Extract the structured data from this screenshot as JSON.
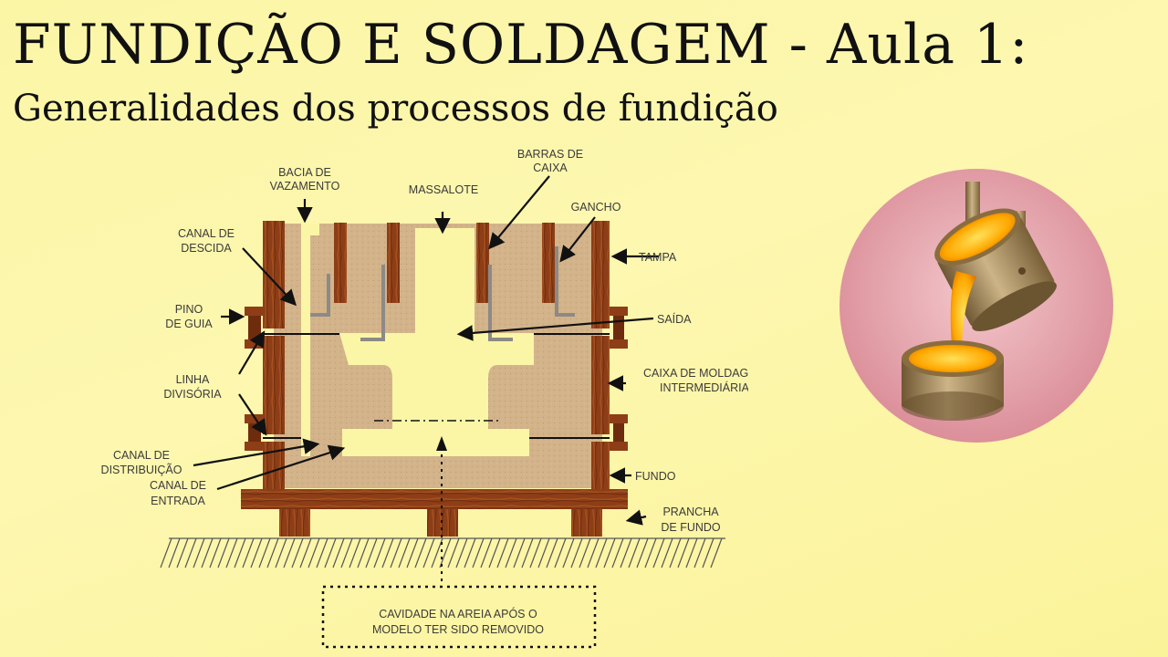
{
  "header": {
    "title": "FUNDIÇÃO E SOLDAGEM - Aula 1:",
    "subtitle": "Generalidades dos processos de fundição"
  },
  "diagram": {
    "labels": {
      "bacia_vazamento": [
        "BACIA DE",
        "VAZAMENTO"
      ],
      "massalote": "MASSALOTE",
      "barras_caixa": [
        "BARRAS DE",
        "CAIXA"
      ],
      "gancho": "GANCHO",
      "tampa": "TAMPA",
      "canal_descida": [
        "CANAL DE",
        "DESCIDA"
      ],
      "pino_guia": [
        "PINO",
        "DE GUIA"
      ],
      "saida": "SAÍDA",
      "linha_divisoria": [
        "LINHA",
        "DIVISÓRIA"
      ],
      "caixa_moldagem": [
        "CAIXA DE MOLDAGEM",
        "INTERMEDIÁRIA"
      ],
      "canal_distribuicao": [
        "CANAL DE",
        "DISTRIBUIÇÃO"
      ],
      "canal_entrada": [
        "CANAL DE",
        "ENTRADA"
      ],
      "fundo": "FUNDO",
      "prancha_fundo": [
        "PRANCHA",
        "DE FUNDO"
      ],
      "cavidade": [
        "CAVIDADE NA AREIA APÓS O",
        "MODELO TER SIDO REMOVIDO"
      ]
    }
  },
  "icon": {
    "name": "casting-ladle-icon",
    "colors": {
      "circle": "#d98a95",
      "metal": "#ffb000",
      "bronze": "#a88a55"
    }
  }
}
